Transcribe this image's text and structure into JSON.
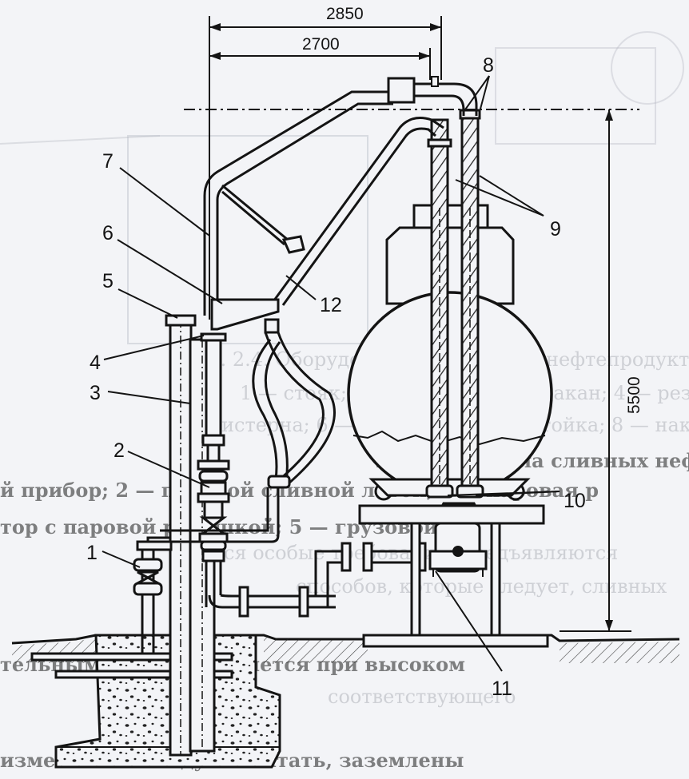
{
  "dimensions": {
    "overall_width": "2850",
    "inner_width": "2700",
    "height": "5500"
  },
  "callouts": [
    "1",
    "2",
    "3",
    "4",
    "5",
    "6",
    "7",
    "8",
    "9",
    "10",
    "11",
    "12"
  ],
  "colors": {
    "ink": "#141414",
    "paper": "#f3f4f7"
  }
}
